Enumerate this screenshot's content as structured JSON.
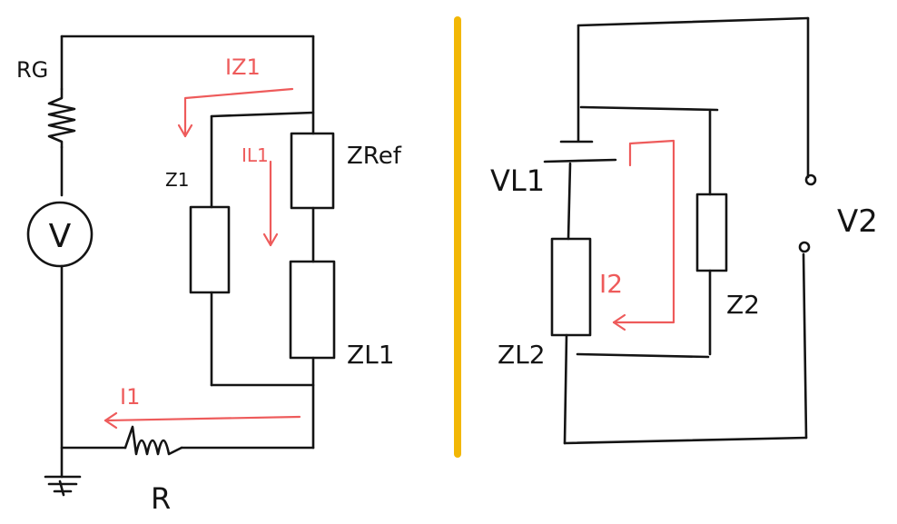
{
  "colors": {
    "ink": "#141414",
    "current": "#ee5b5b",
    "divider": "#f2b705",
    "background": "#ffffff"
  },
  "left_circuit": {
    "generator_resistor": "RG",
    "source_symbol": "V",
    "branch_impedance": "Z1",
    "reference_impedance": "ZRef",
    "load_impedance": "ZL1",
    "bottom_resistor": "R",
    "currents": {
      "branch_z1": "IZ1",
      "branch_load": "IL1",
      "main": "I1"
    }
  },
  "right_circuit": {
    "source_voltage": "VL1",
    "load_impedance": "ZL2",
    "impedance": "Z2",
    "output_voltage": "V2",
    "current": "I2"
  }
}
